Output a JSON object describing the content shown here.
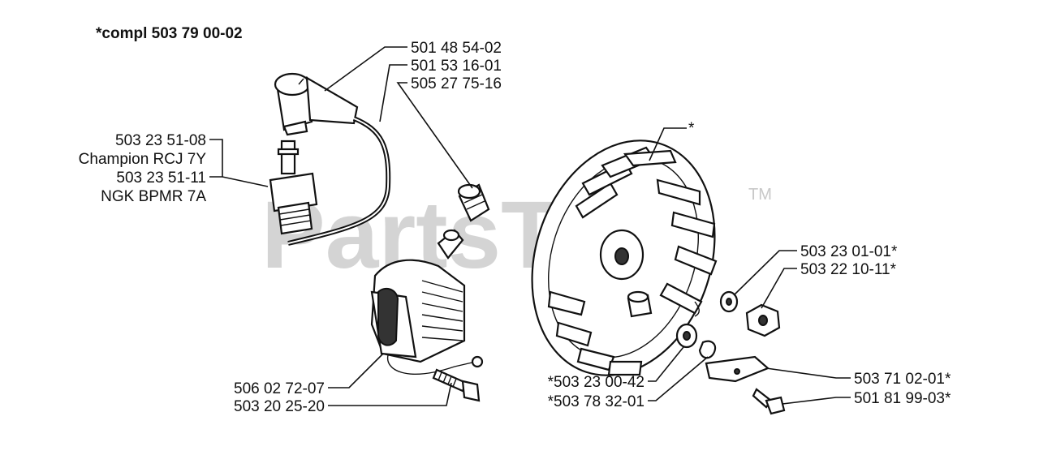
{
  "watermark": {
    "text": "PartsTree",
    "trademark": "TM"
  },
  "title": "*compl 503 79 00-02",
  "labels": {
    "ignition_cable": "501 48 54-02",
    "cable_boot": "501 53 16-01",
    "terminal_nut": "505 27 75-16",
    "plug_1_number": "503 23 51-08",
    "plug_1_name": "Champion RCJ 7Y",
    "plug_2_number": "503 23 51-11",
    "plug_2_name": "NGK BPMR 7A",
    "flywheel": "*",
    "washer": "503 23 01-01*",
    "nut": "503 22 10-11*",
    "module": "506 02 72-07",
    "module_screw": "503 20 25-20",
    "flywheel_washer": "*503 23 00-42",
    "spring": "*503 78 32-01",
    "pawl": "503 71 02-01*",
    "pawl_screw": "501 81 99-03*"
  }
}
